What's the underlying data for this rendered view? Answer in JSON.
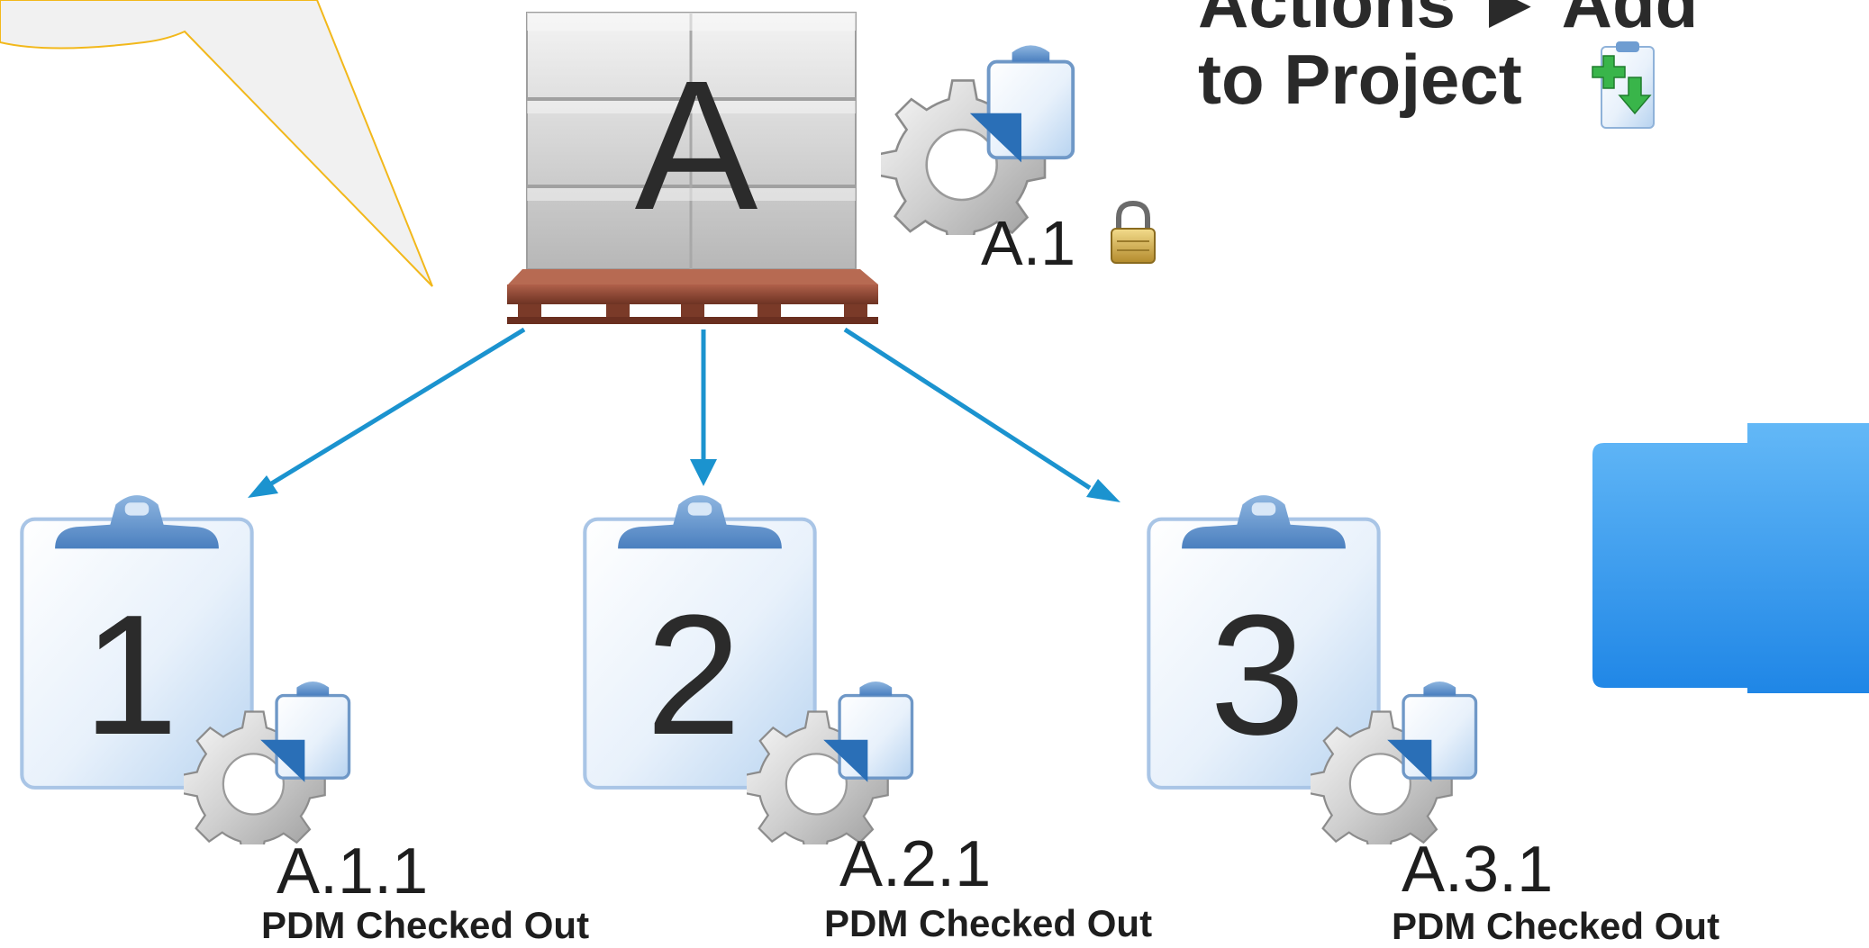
{
  "action": {
    "line1": "Actions ► Add",
    "line2": "to Project",
    "icon": "add-to-project-icon"
  },
  "parent": {
    "letter": "A",
    "icon": "pallet-boxes-icon",
    "version_label": "A.1",
    "version_icon": "gear-document-icon",
    "lock_icon": "lock-icon"
  },
  "children": [
    {
      "number": "1",
      "version_label": "A.1.1",
      "status": "PDM Checked Out",
      "icon": "clipboard-icon"
    },
    {
      "number": "2",
      "version_label": "A.2.1",
      "status": "PDM Checked Out",
      "icon": "clipboard-icon"
    },
    {
      "number": "3",
      "version_label": "A.3.1",
      "status": "PDM Checked Out",
      "icon": "clipboard-icon"
    }
  ],
  "colors": {
    "arrow": "#1b93cf",
    "big_arrow_top": "#63b8f7",
    "big_arrow_bottom": "#1f86e6",
    "callout_fill": "#f1f1f1",
    "callout_stroke": "#f2b81b",
    "clip_blue": "#5b8fcb"
  }
}
